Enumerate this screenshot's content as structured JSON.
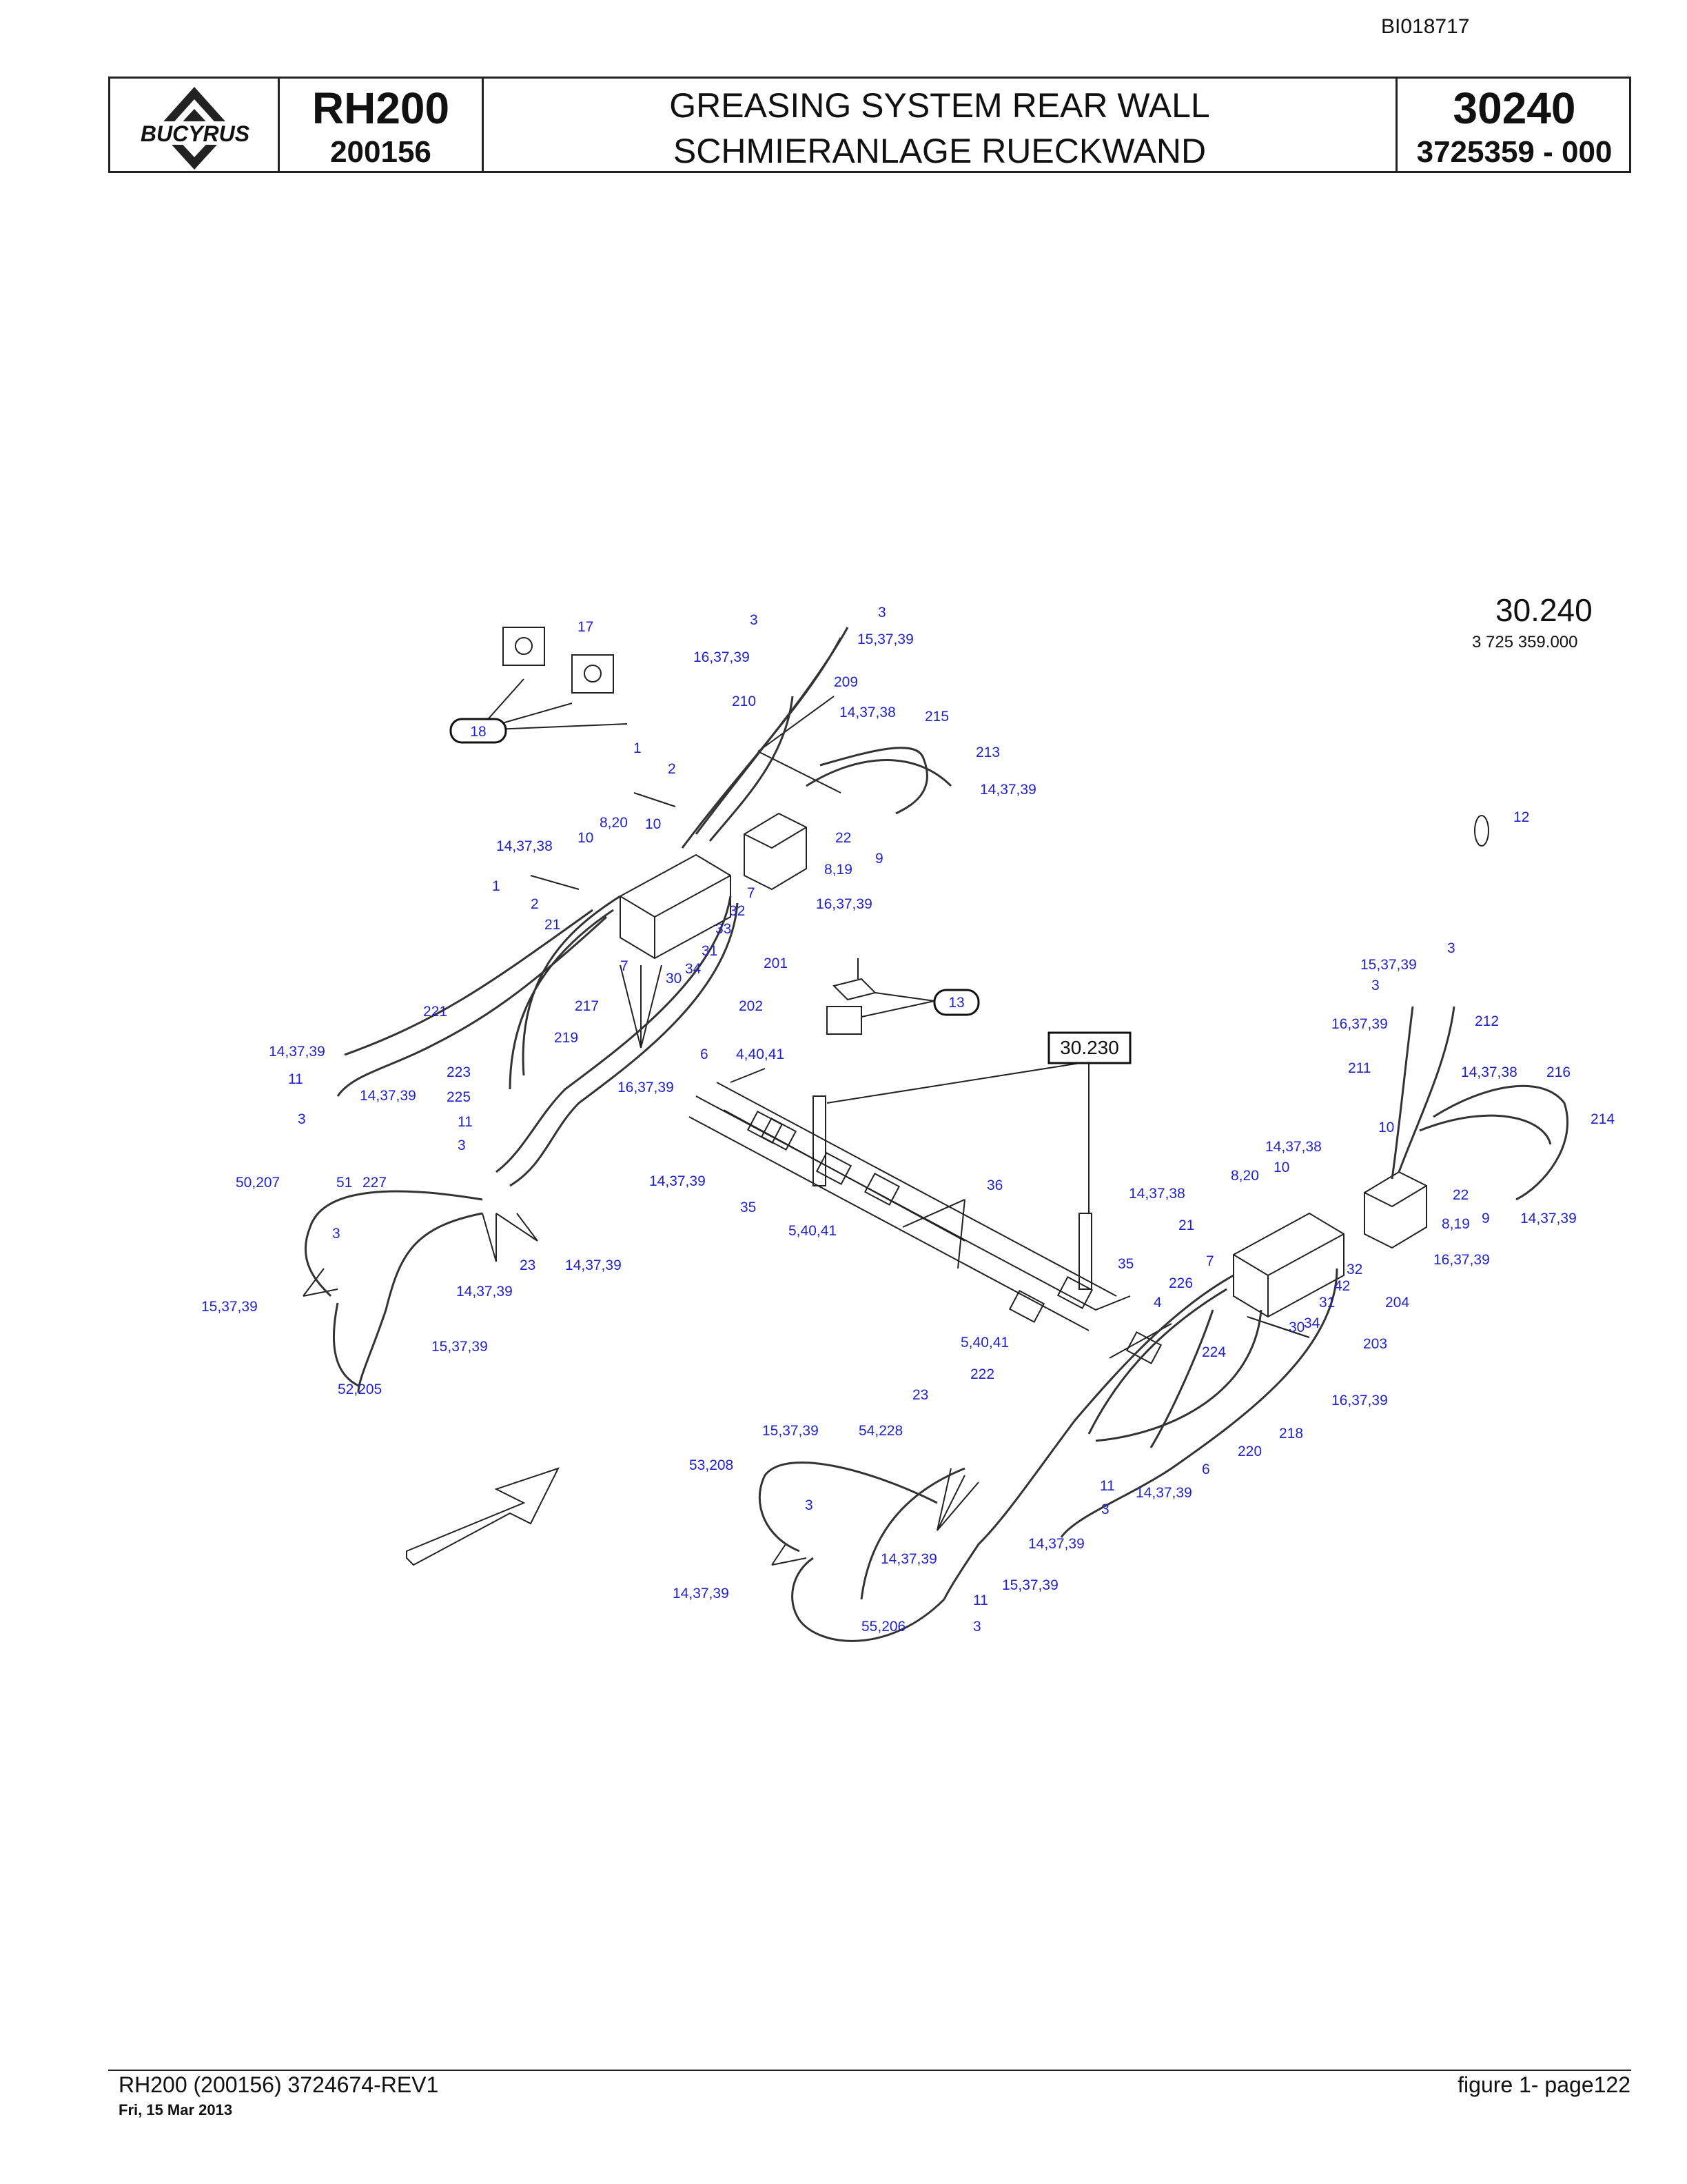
{
  "header": {
    "doc_id": "BI018717",
    "brand": "BUCYRUS",
    "model": "RH200",
    "serial": "200156",
    "title_en": "GREASING SYSTEM REAR WALL",
    "title_de": "SCHMIERANLAGE RUECKWAND",
    "group_number": "30240",
    "part_number": "3725359  - 000"
  },
  "drawing": {
    "ref_code": "30.240",
    "ref_sub": "3 725 359.000",
    "ref_box": "30.230",
    "callouts": [
      "18",
      "13"
    ],
    "labels": [
      "17",
      "3",
      "3",
      "15,37,39",
      "16,37,39",
      "209",
      "210",
      "14,37,38",
      "215",
      "213",
      "14,37,39",
      "1",
      "2",
      "8,20",
      "10",
      "22",
      "14,37,38",
      "10",
      "9",
      "8,19",
      "1",
      "16,37,39",
      "2",
      "32",
      "7",
      "21",
      "33",
      "31",
      "201",
      "7",
      "34",
      "30",
      "202",
      "217",
      "221",
      "219",
      "4,40,41",
      "6",
      "14,37,39",
      "11",
      "223",
      "14,37,39",
      "16,37,39",
      "225",
      "11",
      "3",
      "3",
      "50,207",
      "51",
      "227",
      "14,37,39",
      "35",
      "36",
      "3",
      "23",
      "14,37,39",
      "5,40,41",
      "14,37,39",
      "15,37,39",
      "15,37,39",
      "52,205",
      "12",
      "3",
      "15,37,39",
      "3",
      "16,37,39",
      "212",
      "211",
      "14,37,38",
      "216",
      "214",
      "10",
      "14,37,38",
      "10",
      "8,20",
      "14,37,38",
      "22",
      "9",
      "14,37,39",
      "8,19",
      "21",
      "16,37,39",
      "7",
      "32",
      "35",
      "42",
      "226",
      "4",
      "31",
      "204",
      "34",
      "30",
      "203",
      "5,40,41",
      "224",
      "222",
      "16,37,39",
      "23",
      "218",
      "15,37,39",
      "54,228",
      "220",
      "6",
      "53,208",
      "11",
      "14,37,39",
      "3",
      "3",
      "14,37,39",
      "14,37,39",
      "15,37,39",
      "14,37,39",
      "11",
      "55,206",
      "3"
    ]
  },
  "footer": {
    "left": "RH200 (200156) 3724674-REV1",
    "date": "Fri, 15 Mar 2013",
    "right": "figure  1- page122"
  },
  "colors": {
    "label": "#2222cc",
    "line": "#222222",
    "hose": "#333333"
  }
}
